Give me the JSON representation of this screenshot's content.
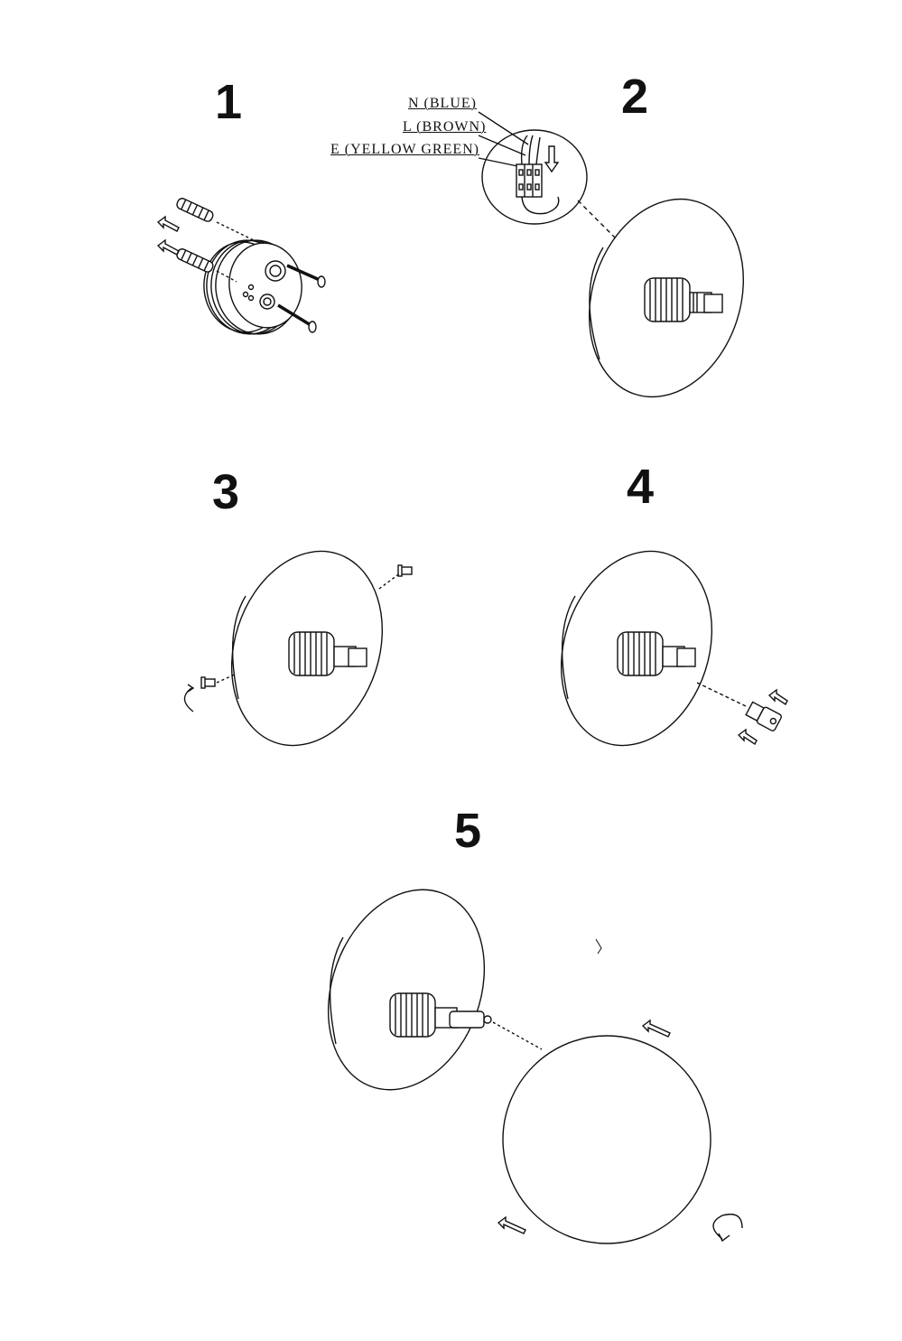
{
  "steps": [
    {
      "number": "1"
    },
    {
      "number": "2"
    },
    {
      "number": "3"
    },
    {
      "number": "4"
    },
    {
      "number": "5"
    }
  ],
  "wiring_labels": {
    "neutral": "N (BLUE)",
    "live": "L (BROWN)",
    "earth": "E (YELLOW GREEN)"
  },
  "colors": {
    "line": "#111111",
    "background": "#ffffff"
  }
}
